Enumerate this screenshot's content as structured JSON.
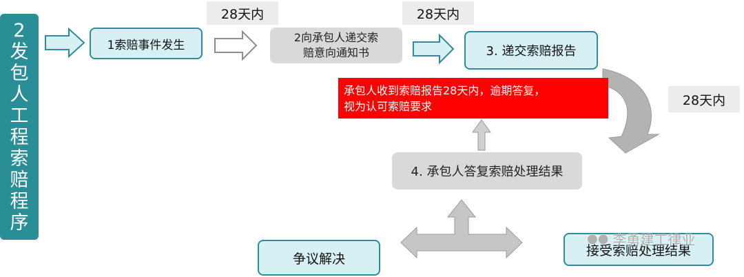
{
  "title_chars": [
    "2",
    "发",
    "包",
    "人",
    "工",
    "程",
    "索",
    "赔",
    "程",
    "序"
  ],
  "steps": {
    "step1": "1索赔事件发生",
    "step2_line1": "2向承包人递交索",
    "step2_line2": "赔意向通知书",
    "step3": "3. 递交索赔报告",
    "step4": "4. 承包人答复索赔处理结果",
    "dispute": "争议解决",
    "accept": "接受索赔处理结果"
  },
  "time_labels": [
    "28天内",
    "28天内",
    "28天内"
  ],
  "red_note": {
    "line1": "承包人收到索赔报告28天内，逾期答复，",
    "line2": "视为认可索赔要求"
  },
  "watermark": "李勇建工律业",
  "colors": {
    "teal": "#2a8e96",
    "box_fill": "#d6f0f3",
    "gray": "#d9d9d9",
    "red": "#ff0000"
  }
}
